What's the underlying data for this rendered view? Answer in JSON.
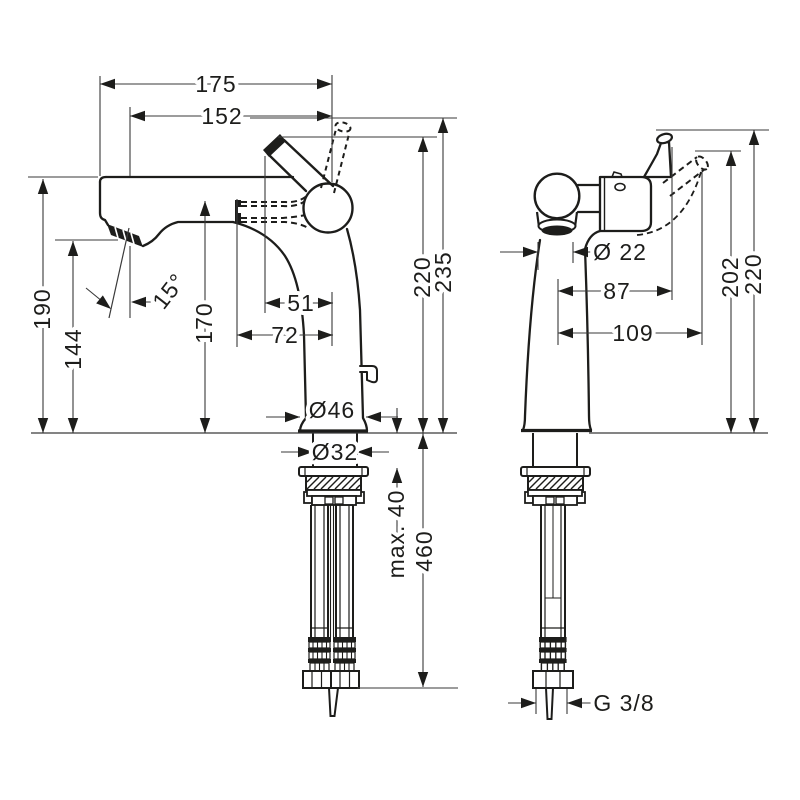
{
  "dims": {
    "total_width": "175",
    "spout_reach": "152",
    "spout_height": "190",
    "aerator_height": "144",
    "outlet_height": "170",
    "aerator_angle": "15°",
    "lever_offset": "51",
    "spray_offset": "72",
    "base_dia": "Ø46",
    "shank_dia": "Ø32",
    "lever_height_front": "220",
    "lever_max_height_front": "235",
    "deck_thickness_max": "max. 40",
    "hose_length": "460",
    "spout_dia": "Ø 22",
    "lever_reach": "87",
    "lever_max_reach": "109",
    "lever_height_side": "202",
    "lever_max_height_side": "220",
    "connection_thread": "G 3/8"
  }
}
